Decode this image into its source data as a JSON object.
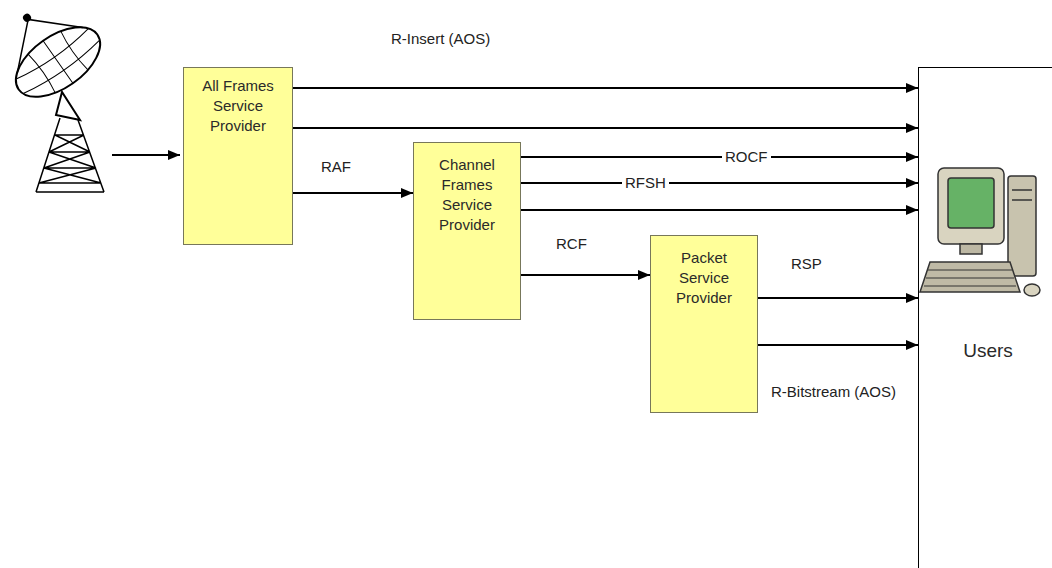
{
  "diagram": {
    "nodes": [
      {
        "text": [
          "All Frames Service Provider"
        ]
      },
      {
        "text": [
          "Channel Frames Service Provider"
        ]
      },
      {
        "text": [
          "Packet Service Provider"
        ]
      },
      {
        "text": [
          "Users"
        ]
      }
    ],
    "edges": [
      {
        "from": 0,
        "to": 3,
        "arrow": "to",
        "label": "R-Insert (AOS)"
      },
      {
        "from": 0,
        "to": 3,
        "arrow": "to"
      },
      {
        "from": 0,
        "to": 1,
        "arrow": "to",
        "label": "RAF"
      },
      {
        "from": 1,
        "to": 3,
        "arrow": "to",
        "label": "ROCF"
      },
      {
        "from": 1,
        "to": 3,
        "arrow": "to",
        "label": "RFSH"
      },
      {
        "from": 1,
        "to": 3,
        "arrow": "to"
      },
      {
        "from": 1,
        "to": 2,
        "arrow": "to",
        "label": "RCF"
      },
      {
        "from": 2,
        "to": 3,
        "arrow": "to",
        "label": "RSP"
      },
      {
        "from": 2,
        "to": 3,
        "arrow": "to",
        "label": "R-Bitstream (AOS)"
      }
    ]
  }
}
